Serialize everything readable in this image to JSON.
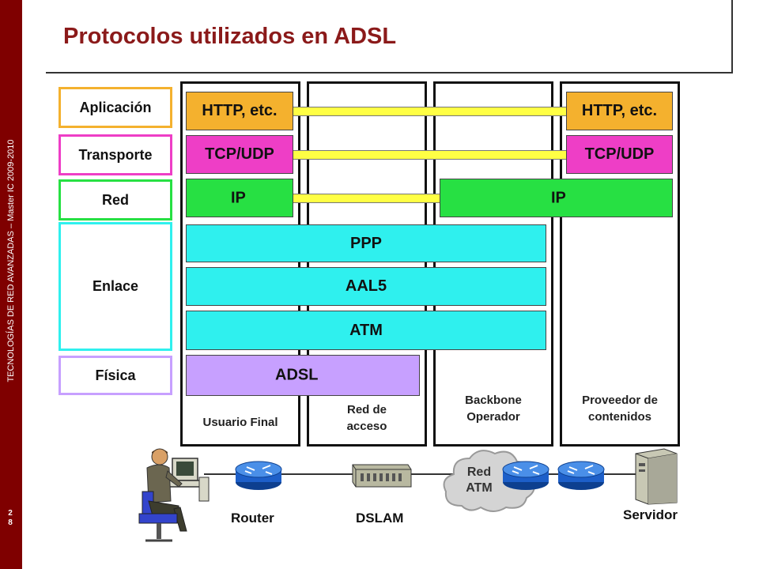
{
  "sidebar": {
    "vertical_text": "TECNOLOGÍAS DE RED AVANZADAS – Master IC 2009-2010",
    "page_number": "28"
  },
  "title": "Protocolos utilizados en ADSL",
  "layers": [
    "Aplicación",
    "Transporte",
    "Red",
    "Enlace",
    "Física"
  ],
  "colors": {
    "aplicacion": "#f4b12e",
    "transporte": "#ee3ec6",
    "red": "#27e043",
    "enlace": "#2ff0ee",
    "fisica": "#c0a0ff",
    "http_fill": "#f4b12e",
    "tcp_fill": "#ee3ec6",
    "ip_fill": "#27e043",
    "link_fill": "#2ff0ee",
    "adsl_fill": "#c7a0ff",
    "pipe": "#ffff44",
    "title": "#8b1a1a",
    "sidebar": "#7f0000"
  },
  "columns": [
    "Usuario Final",
    "Red de acceso",
    "Backbone Operador",
    "Proveedor de contenidos"
  ],
  "protocols": {
    "http_left": "HTTP, etc.",
    "http_right": "HTTP, etc.",
    "tcp_left": "TCP/UDP",
    "tcp_right": "TCP/UDP",
    "ip_left": "IP",
    "ip_right": "IP",
    "ppp": "PPP",
    "aal5": "AAL5",
    "atm": "ATM",
    "adsl": "ADSL"
  },
  "network": {
    "cloud": "Red ATM",
    "router": "Router",
    "dslam": "DSLAM",
    "server": "Servidor",
    "icons": [
      "user-workstation-icon",
      "router-icon",
      "dslam-icon",
      "cloud-icon",
      "router-icon",
      "router-icon",
      "server-icon"
    ]
  }
}
